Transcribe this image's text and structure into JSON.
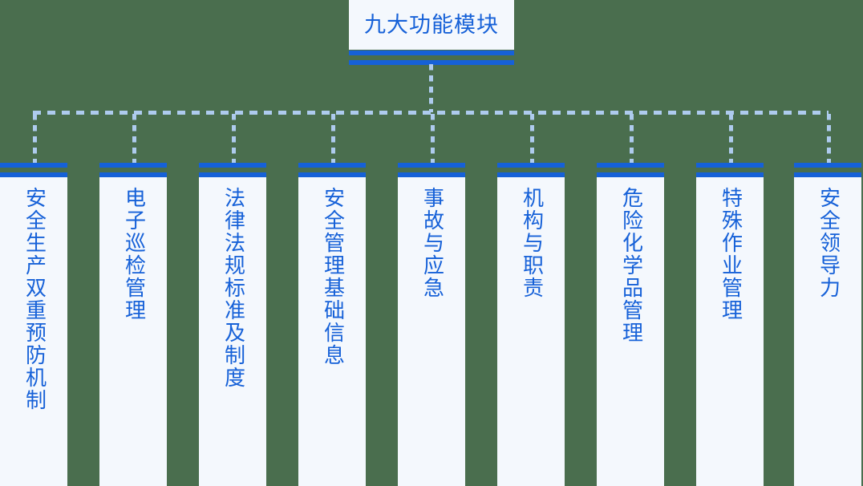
{
  "diagram": {
    "type": "tree",
    "title": "九大功能模块",
    "orientation": "top-down",
    "colors": {
      "background": "#4a6e4e",
      "node_fill": "#f4f8fd",
      "accent_bar": "#1661d8",
      "text": "#1661d8",
      "connector": "#aecbee"
    },
    "root": {
      "label": "九大功能模块"
    },
    "children": [
      {
        "label": "安全生产双重预防机制"
      },
      {
        "label": "电子巡检管理"
      },
      {
        "label": "法律法规标准及制度"
      },
      {
        "label": "安全管理基础信息"
      },
      {
        "label": "事故与应急"
      },
      {
        "label": "机构与职责"
      },
      {
        "label": "危险化学品管理"
      },
      {
        "label": "特殊作业管理"
      },
      {
        "label": "安全领导力"
      }
    ]
  }
}
